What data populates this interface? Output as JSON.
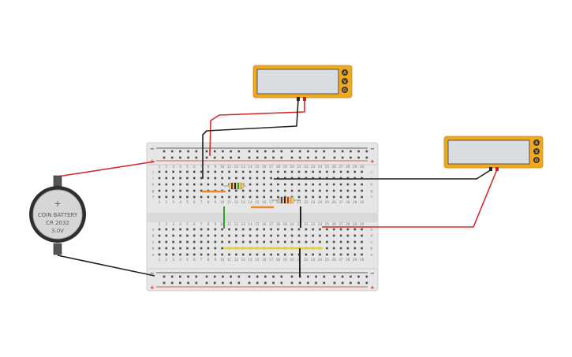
{
  "breadboard": {
    "columns": 30,
    "top_rows": [
      "j",
      "i",
      "h",
      "g",
      "f"
    ],
    "bottom_rows": [
      "e",
      "d",
      "c",
      "b",
      "a"
    ],
    "rail_plus": "+",
    "rail_minus": "−"
  },
  "battery": {
    "line1": "COIN BATTERY",
    "line2": "CR 2032",
    "line3": "3.0V",
    "plus_sign": "+"
  },
  "meters": [
    {
      "name": "multimeter-top",
      "buttons": [
        "A",
        "V",
        "Ω"
      ]
    },
    {
      "name": "multimeter-right",
      "buttons": [
        "A",
        "V",
        "Ω"
      ]
    }
  ],
  "colors": {
    "wire_red": "#d42a2a",
    "wire_black": "#222222",
    "wire_green": "#2aa52a",
    "wire_yellow": "#e3d13a",
    "wire_orange": "#e8892a",
    "meter_body": "#f2a81d",
    "meter_screen": "#d8dde2",
    "board": "#e6e6e6"
  }
}
